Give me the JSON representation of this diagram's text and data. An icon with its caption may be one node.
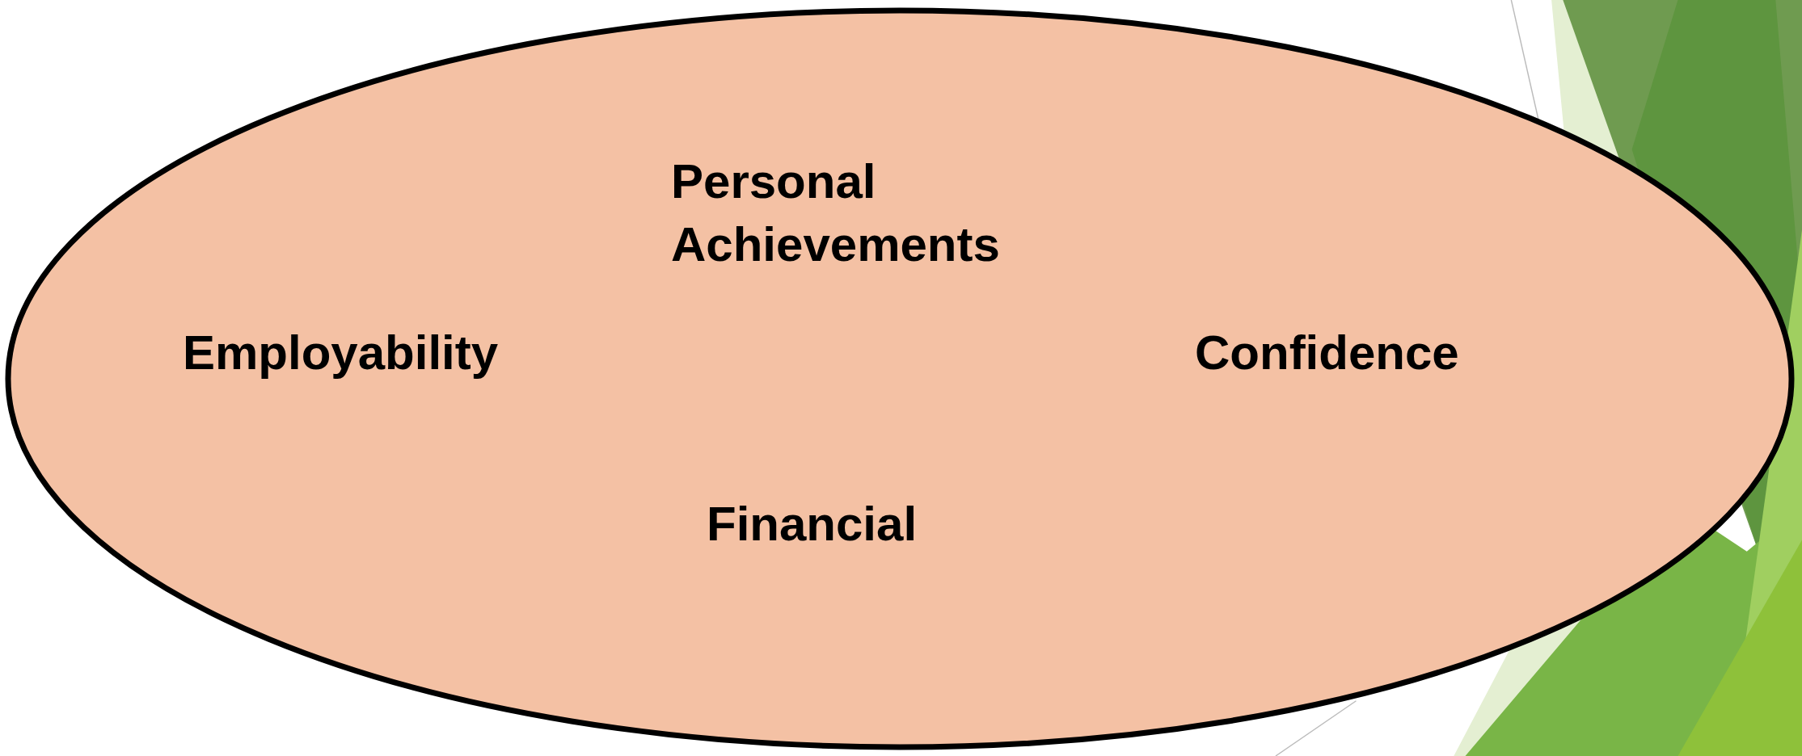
{
  "diagram": {
    "nodes": [
      {
        "text": [
          "Personal Achievements",
          "Employability",
          "Confidence",
          "Financial"
        ]
      }
    ]
  }
}
